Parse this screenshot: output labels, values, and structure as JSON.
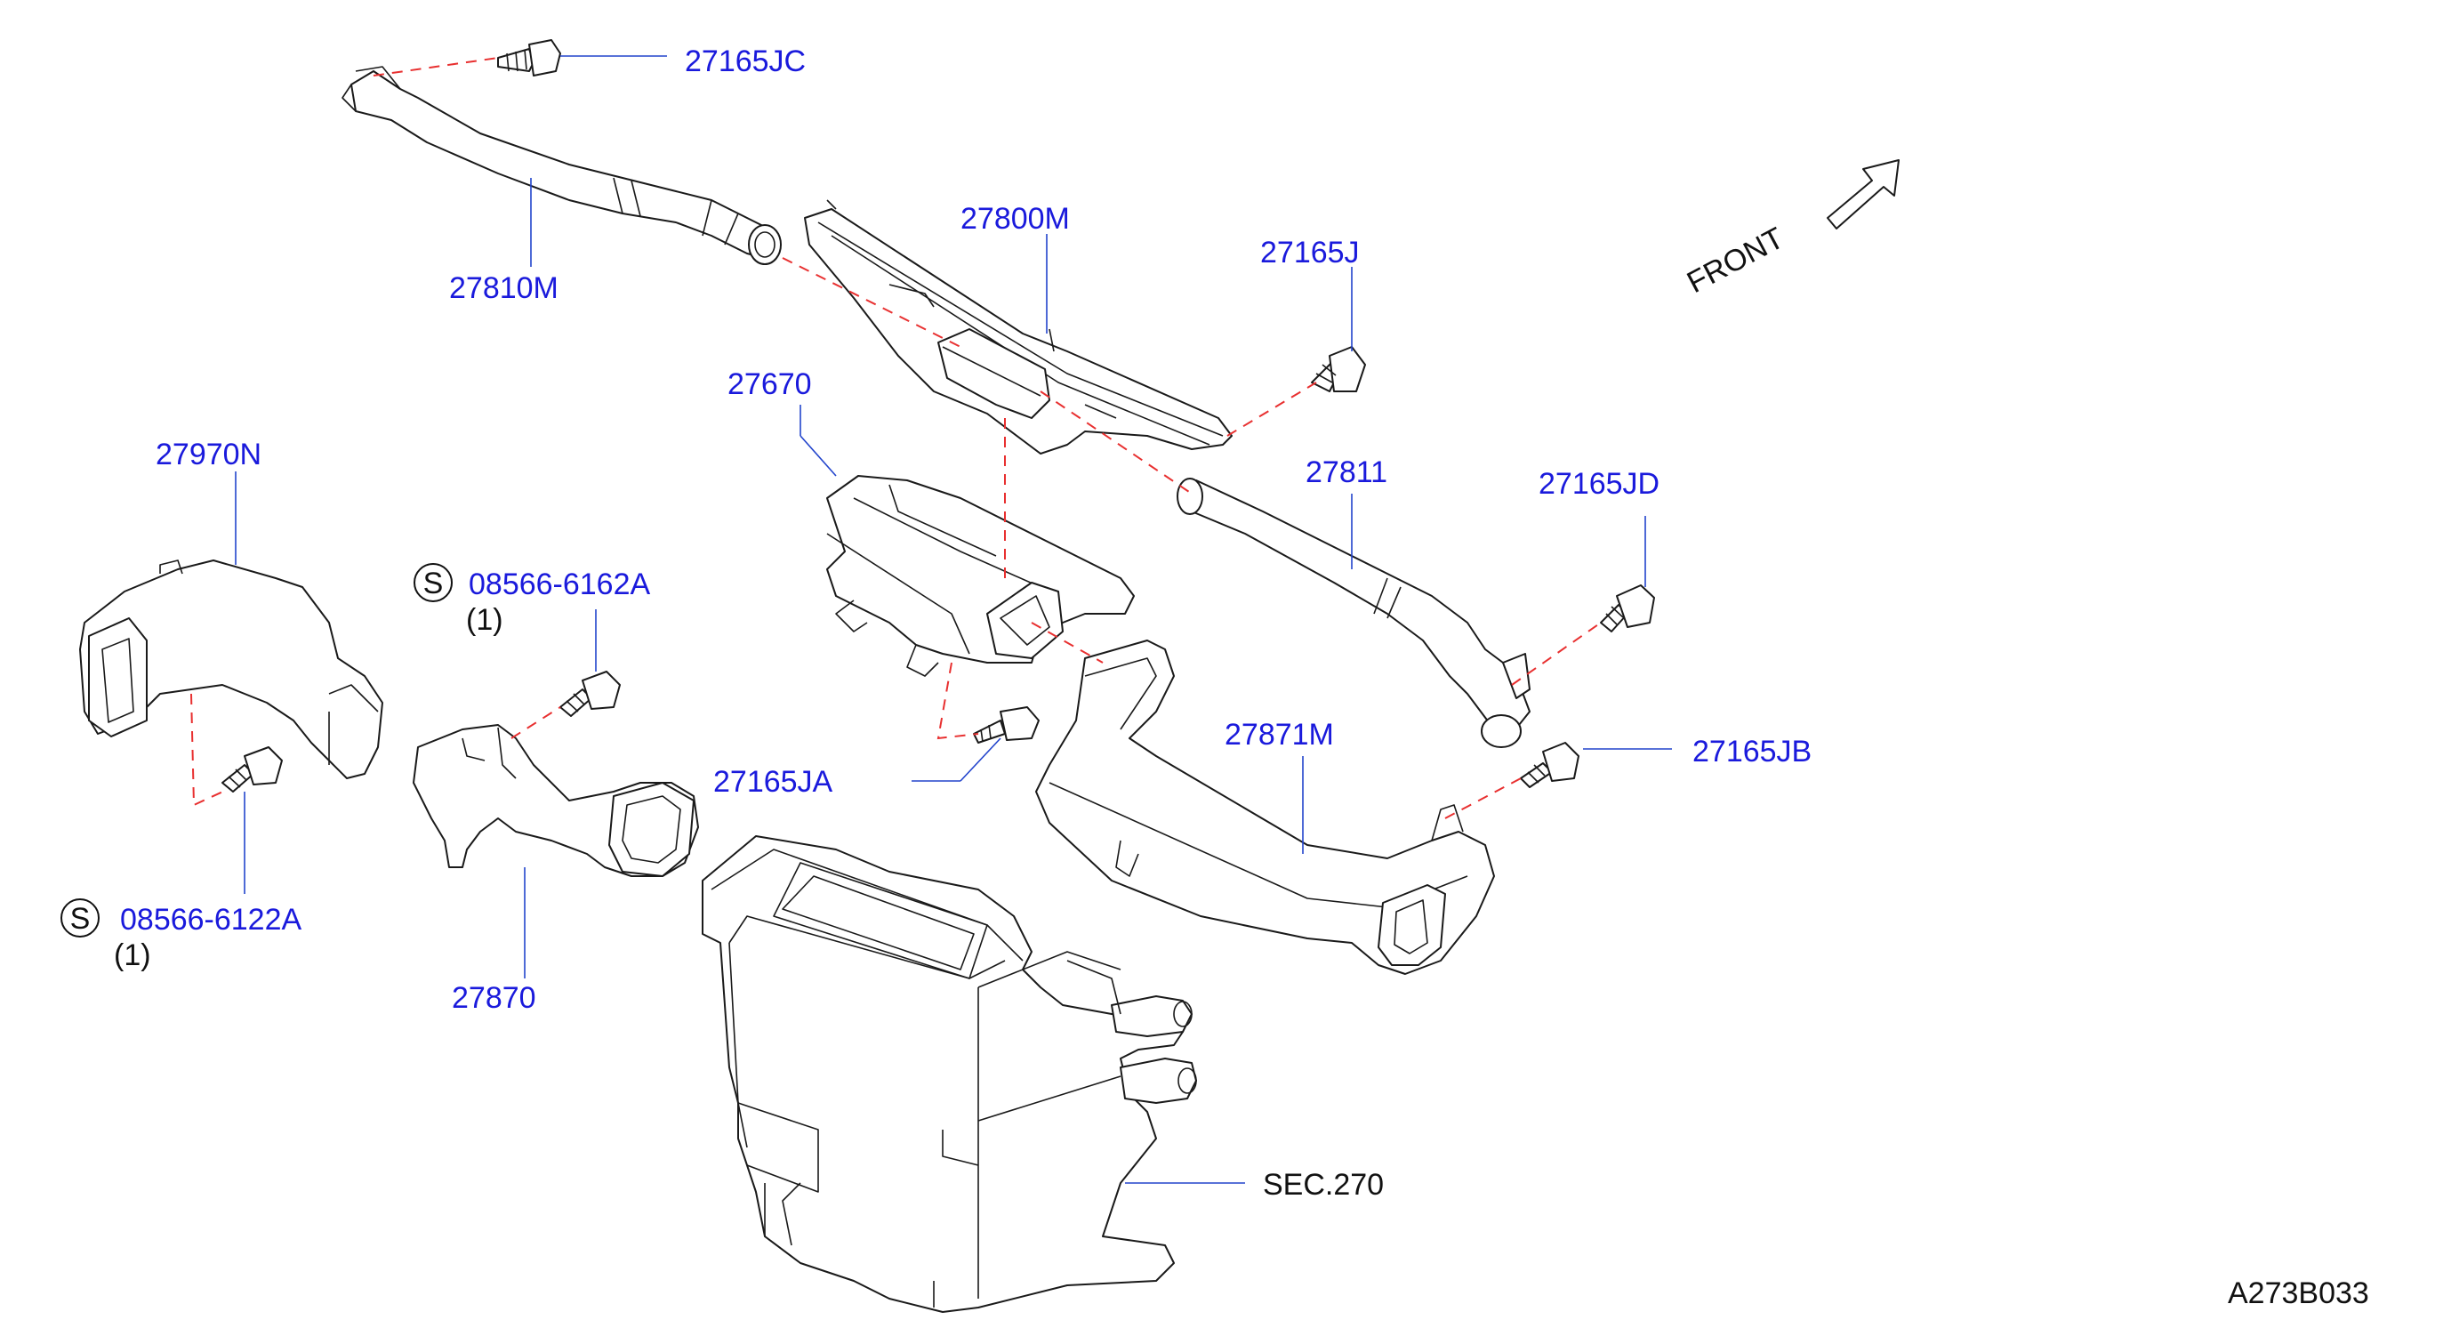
{
  "labels": {
    "p27165JC": "27165JC",
    "p27810M": "27810M",
    "p27800M": "27800M",
    "p27165J": "27165J",
    "p27670": "27670",
    "p27811": "27811",
    "p27165JD": "27165JD",
    "p27970N": "27970N",
    "p08566_6162A": "08566-6162A",
    "qty_6162A": "(1)",
    "p27165JA": "27165JA",
    "p27871M": "27871M",
    "p27165JB": "27165JB",
    "p08566_6122A": "08566-6122A",
    "qty_6122A": "(1)",
    "p27870": "27870",
    "sec270": "SEC.270",
    "front": "FRONT",
    "s_mark_1": "S",
    "s_mark_2": "S",
    "diagram_id": "A273B033"
  },
  "colors": {
    "part_number": "#1a1adc",
    "leader_line": "#2244cc",
    "assembly_dash": "#e83030",
    "line_art": "#1a1a1a"
  }
}
